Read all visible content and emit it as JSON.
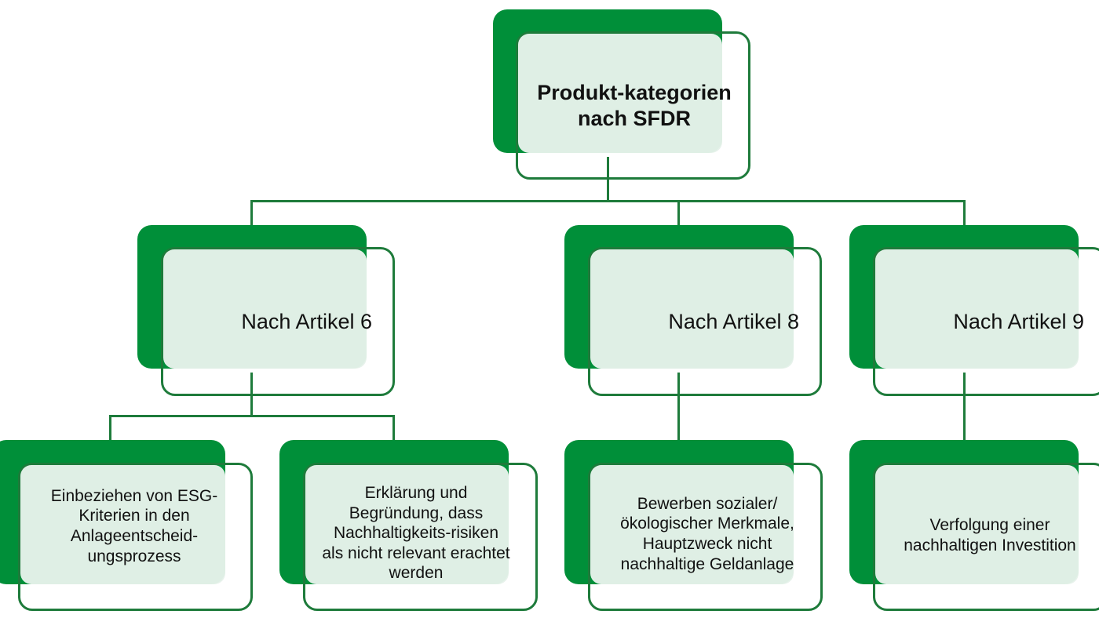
{
  "diagram": {
    "type": "hierarchy",
    "colors": {
      "accent_dark": "#008f39",
      "outline": "#1e7b3b",
      "tint": "#e6f2ea",
      "text": "#111111"
    },
    "root": {
      "label": "Produkt-kategorien nach SFDR",
      "children": [
        {
          "label": "Nach Artikel 6",
          "children": [
            {
              "label": "Einbeziehen von ESG-Kriterien in den Anlageentscheid-ungsprozess"
            },
            {
              "label": "Erklärung und Begründung, dass Nachhaltigkeits-risiken als nicht relevant erachtet werden"
            }
          ]
        },
        {
          "label": "Nach Artikel 8",
          "children": [
            {
              "label": "Bewerben sozialer/ ökologischer Merkmale, Hauptzweck nicht nachhaltige Geldanlage"
            }
          ]
        },
        {
          "label": "Nach Artikel 9",
          "children": [
            {
              "label": "Verfolgung einer nachhaltigen Investition"
            }
          ]
        }
      ]
    }
  }
}
